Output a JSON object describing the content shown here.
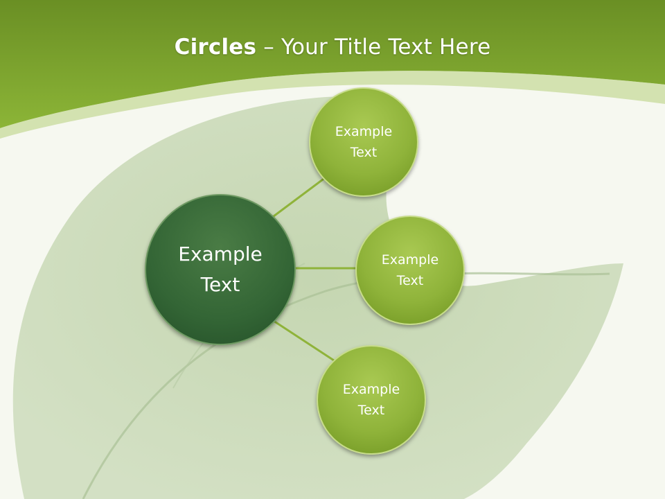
{
  "slide": {
    "title_bold": "Circles",
    "title_rest": " – Your Title Text Here"
  },
  "diagram": {
    "center": {
      "line1": "Example",
      "line2": "Text"
    },
    "satellites": [
      {
        "line1": "Example",
        "line2": "Text"
      },
      {
        "line1": "Example",
        "line2": "Text"
      },
      {
        "line1": "Example",
        "line2": "Text"
      }
    ]
  },
  "colors": {
    "header_green": "#7fa82e",
    "connector": "#8fb33a",
    "center_circle": "#336535",
    "satellite_circle": "#8fb33a"
  }
}
